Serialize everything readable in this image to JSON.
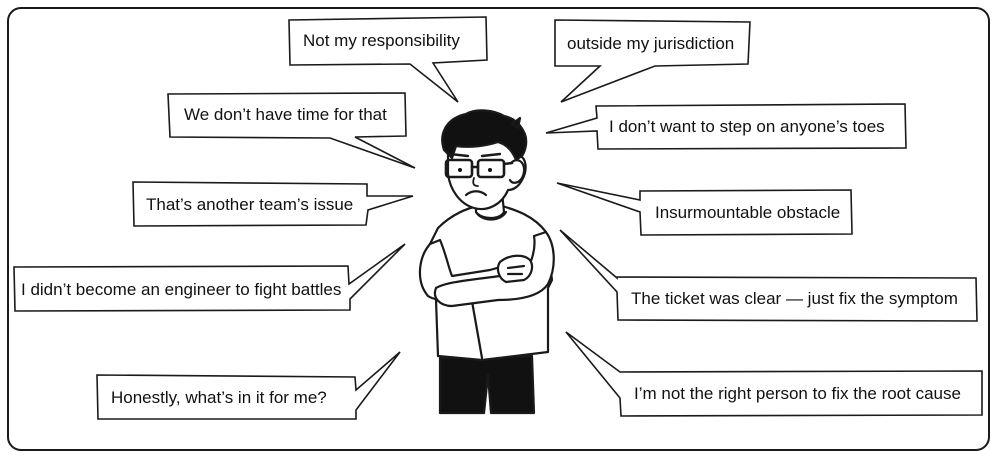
{
  "comic": {
    "bubbles": [
      {
        "id": "not-my-responsibility",
        "text": "Not my responsibility"
      },
      {
        "id": "outside-jurisdiction",
        "text": "outside my jurisdiction"
      },
      {
        "id": "no-time",
        "text": "We don’t have time for that"
      },
      {
        "id": "step-on-toes",
        "text": "I don’t want to step on anyone’s toes"
      },
      {
        "id": "another-team",
        "text": "That’s another team’s issue"
      },
      {
        "id": "insurmountable",
        "text": "Insurmountable obstacle"
      },
      {
        "id": "fight-battles",
        "text": "I didn’t become an engineer to fight battles"
      },
      {
        "id": "ticket-clear",
        "text": "The ticket was clear — just fix the symptom"
      },
      {
        "id": "whats-in-it",
        "text": "Honestly, what’s in it for me?"
      },
      {
        "id": "not-right-person",
        "text": "I’m not the right person to fix the root cause"
      }
    ],
    "colors": {
      "ink": "#1a1a1a",
      "paper": "#ffffff",
      "skin": "#ffffff",
      "hair": "#111111",
      "pants": "#111111"
    }
  }
}
